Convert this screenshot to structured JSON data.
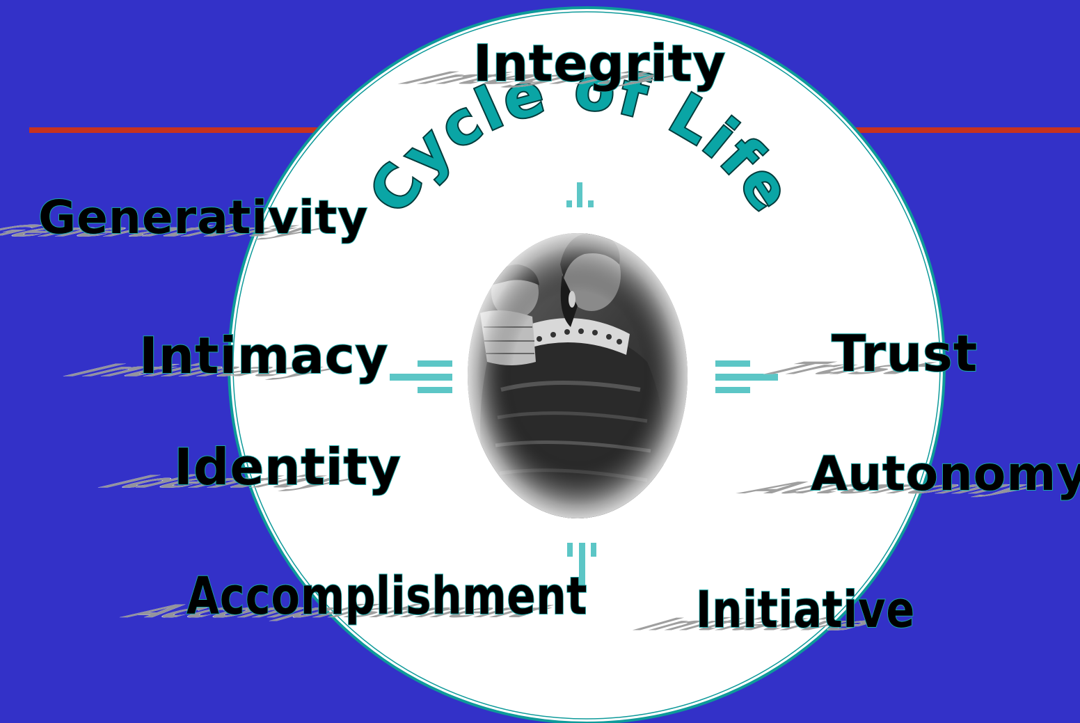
{
  "slide": {
    "background_color": "#3331c8",
    "rule_color": "#c8321e",
    "circle_fill": "#ffffff",
    "circle_border_color": "#0e9a9a",
    "accent_color": "#5cc6c6"
  },
  "diagram": {
    "title": "Cycle of Life",
    "stages": {
      "integrity": "Integrity",
      "generativity": "Generativity",
      "intimacy": "Intimacy",
      "identity": "Identity",
      "accomplishment": "Accomplishment",
      "trust": "Trust",
      "autonomy": "Autonomy",
      "initiative": "Initiative"
    },
    "center_image": {
      "icon": "mother-carrying-child-portrait"
    }
  }
}
